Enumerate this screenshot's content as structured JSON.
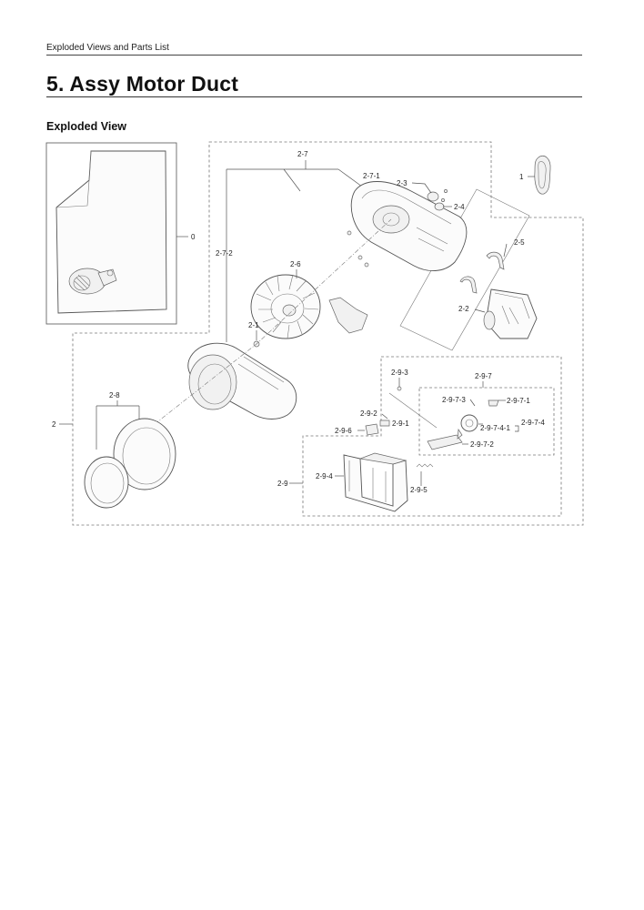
{
  "header": {
    "running_head": "Exploded Views and Parts List",
    "page_title": "5.  Assy Motor Duct",
    "section_title": "Exploded View"
  },
  "callouts": {
    "p0": "0",
    "p1": "1",
    "p2": "2",
    "p2_1": "2-1",
    "p2_2": "2-2",
    "p2_3": "2-3",
    "p2_4": "2-4",
    "p2_5": "2-5",
    "p2_6": "2-6",
    "p2_7": "2-7",
    "p2_7_1": "2-7-1",
    "p2_7_2": "2-7-2",
    "p2_8": "2-8",
    "p2_9": "2-9",
    "p2_9_1": "2-9-1",
    "p2_9_2": "2-9-2",
    "p2_9_3": "2-9-3",
    "p2_9_4": "2-9-4",
    "p2_9_5": "2-9-5",
    "p2_9_6": "2-9-6",
    "p2_9_7": "2-9-7",
    "p2_9_7_1": "2-9-7-1",
    "p2_9_7_2": "2-9-7-2",
    "p2_9_7_3": "2-9-7-3",
    "p2_9_7_4": "2-9-7-4",
    "p2_9_7_4_1": "2-9-7-4-1"
  }
}
